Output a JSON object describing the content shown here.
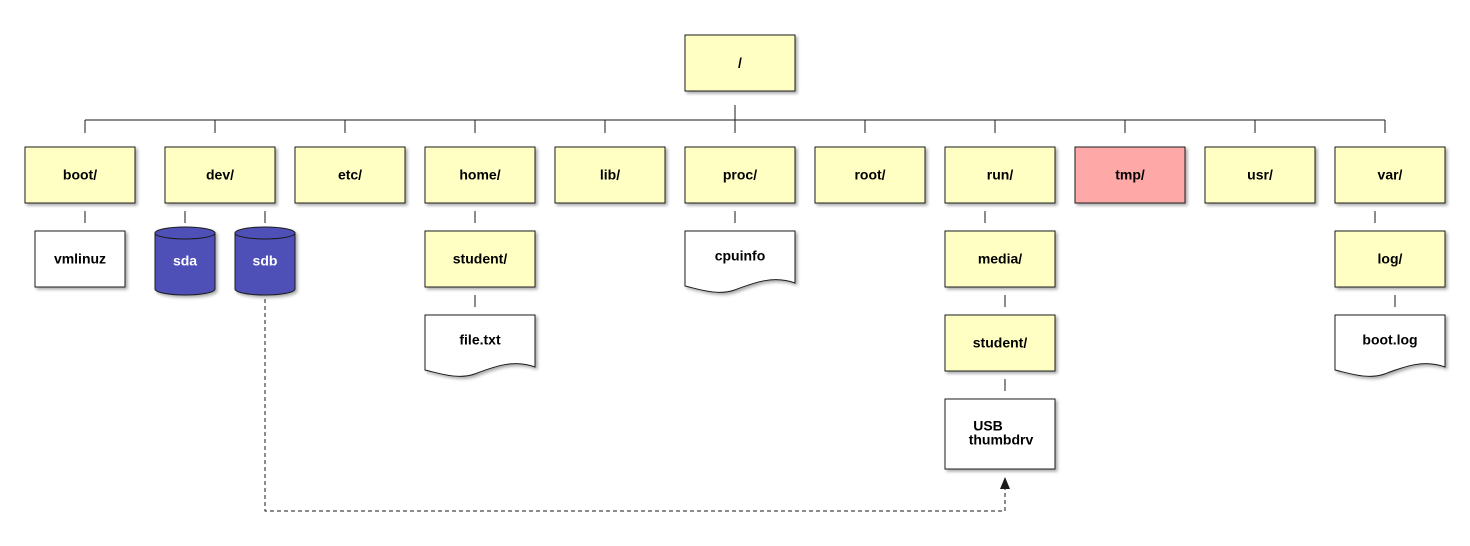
{
  "colors": {
    "directory_fill": "#ffffc4",
    "highlight_fill": "#fea8a8",
    "file_fill": "#ffffff",
    "disk_fill": "#5050b8",
    "disk_text": "#ffffff",
    "stroke": "#1a1a1a"
  },
  "root": {
    "label": "/"
  },
  "dirs": [
    {
      "key": "boot",
      "label": "boot/",
      "highlight": false
    },
    {
      "key": "dev",
      "label": "dev/",
      "highlight": false
    },
    {
      "key": "etc",
      "label": "etc/",
      "highlight": false
    },
    {
      "key": "home",
      "label": "home/",
      "highlight": false
    },
    {
      "key": "lib",
      "label": "lib/",
      "highlight": false
    },
    {
      "key": "proc",
      "label": "proc/",
      "highlight": false
    },
    {
      "key": "root",
      "label": "root/",
      "highlight": false
    },
    {
      "key": "run",
      "label": "run/",
      "highlight": false
    },
    {
      "key": "tmp",
      "label": "tmp/",
      "highlight": true
    },
    {
      "key": "usr",
      "label": "usr/",
      "highlight": false
    },
    {
      "key": "var",
      "label": "var/",
      "highlight": false
    }
  ],
  "children": {
    "vmlinuz": {
      "label": "vmlinuz",
      "kind": "file-box"
    },
    "sda": {
      "label": "sda",
      "kind": "disk"
    },
    "sdb": {
      "label": "sdb",
      "kind": "disk"
    },
    "home_student": {
      "label": "student/",
      "kind": "dir"
    },
    "file_txt": {
      "label": "file.txt",
      "kind": "document"
    },
    "cpuinfo": {
      "label": "cpuinfo",
      "kind": "document"
    },
    "media": {
      "label": "media/",
      "kind": "dir"
    },
    "media_student": {
      "label": "student/",
      "kind": "dir"
    },
    "usb": {
      "label_line1": "USB",
      "label_line2": "thumbdrv",
      "kind": "file-box"
    },
    "log": {
      "label": "log/",
      "kind": "dir"
    },
    "boot_log": {
      "label": "boot.log",
      "kind": "document"
    }
  }
}
